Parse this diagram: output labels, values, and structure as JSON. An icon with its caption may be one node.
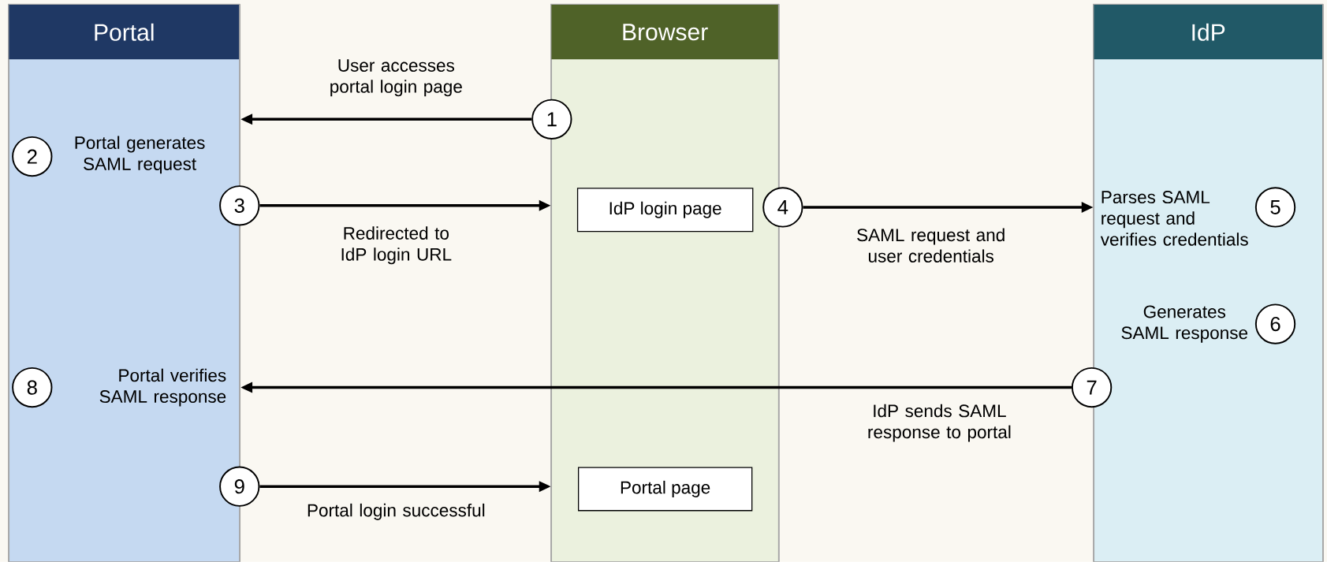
{
  "diagram": {
    "nodes": [
      {
        "text": [
          "Portal"
        ]
      },
      {
        "text": [
          "Browser"
        ]
      },
      {
        "text": [
          "IdP"
        ]
      },
      {
        "text": [
          "1"
        ]
      },
      {
        "text": [
          "2"
        ],
        "in": 0,
        "beside": [
          "Portal generates SAML request"
        ]
      },
      {
        "text": [
          "3"
        ]
      },
      {
        "text": [
          "IdP login page"
        ],
        "in": 1
      },
      {
        "text": [
          "4"
        ]
      },
      {
        "text": [
          "5"
        ],
        "in": 2,
        "beside": [
          "Parses SAML request and verifies credentials"
        ]
      },
      {
        "text": [
          "6"
        ],
        "in": 2,
        "beside": [
          "Generates SAML response"
        ]
      },
      {
        "text": [
          "8"
        ],
        "in": 0,
        "beside": [
          "Portal verifies SAML response"
        ]
      },
      {
        "text": [
          "7"
        ]
      },
      {
        "text": [
          "9"
        ]
      },
      {
        "text": [
          "Portal page"
        ],
        "in": 1
      }
    ],
    "edges": [
      {
        "from": 3,
        "to": 0,
        "arrow": "to",
        "label": "User accesses portal login page"
      },
      {
        "from": 5,
        "to": 1,
        "arrow": "to",
        "label": "Redirected to IdP login URL"
      },
      {
        "from": 7,
        "to": 2,
        "arrow": "to",
        "label": "SAML request and user credentials"
      },
      {
        "from": 11,
        "to": 0,
        "arrow": "to",
        "label": "IdP sends SAML response to portal"
      },
      {
        "from": 12,
        "to": 1,
        "arrow": "to",
        "label": "Portal login successful"
      }
    ]
  }
}
